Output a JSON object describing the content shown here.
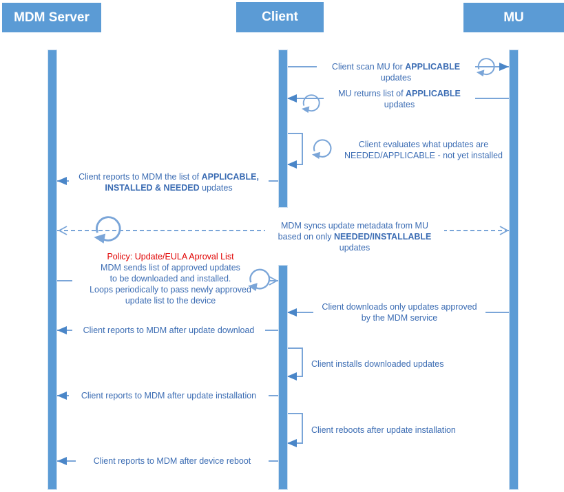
{
  "actors": {
    "mdm": "MDM Server",
    "client": "Client",
    "mu": "MU"
  },
  "messages": {
    "m1": {
      "p0": "Client scan MU for ",
      "b1": "APPLICABLE",
      "p2": " updates"
    },
    "m2": {
      "p0": "MU returns list of ",
      "b1": "APPLICABLE",
      "p2": "updates"
    },
    "m3": {
      "l0": "Client evaluates what updates are",
      "l1": "NEEDED/APPLICABLE - not yet installed"
    },
    "m4": {
      "p0": "Client reports to MDM the list of ",
      "b1": "APPLICABLE,",
      "b2": "INSTALLED & NEEDED",
      "p2": " updates"
    },
    "m5": {
      "l0": "MDM syncs update metadata from MU",
      "p0": "based on only ",
      "b1": "NEEDED/INSTALLABLE",
      "p2": " updates"
    },
    "m6": {
      "policy": "Policy: Update/EULA Aproval List",
      "l0": "MDM sends list of approved updates",
      "l1": "to be downloaded and installed.",
      "l2": "Loops periodically to pass newly approved",
      "l3": "update list to the device"
    },
    "m7": {
      "l0": "Client downloads only updates approved",
      "l1": "by the MDM service"
    },
    "m8": {
      "text": "Client reports to MDM after update download"
    },
    "m9": {
      "text": "Client installs downloaded updates"
    },
    "m10": {
      "text": "Client reports to MDM after update installation"
    },
    "m11": {
      "text": "Client reboots after update installation"
    },
    "m12": {
      "text": "Client reports to MDM after device reboot"
    }
  },
  "colors": {
    "actor_fill": "#5b9bd5",
    "lifeline_fill": "#5b9bd5",
    "line": "#7aa5d8",
    "arrowhead": "#4a86c8",
    "text": "#3b6cb3",
    "policy_red": "#e00000"
  }
}
